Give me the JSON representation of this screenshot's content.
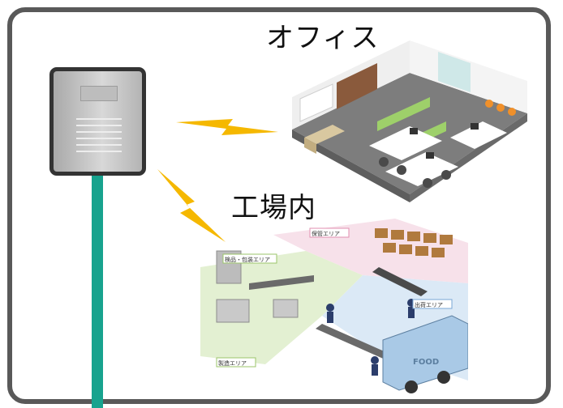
{
  "labels": {
    "office": "オフィス",
    "factory": "工場内"
  },
  "factory_zones": {
    "storage": "保管エリア",
    "inspection": "検品・包装エリア",
    "shipping": "出荷エリア",
    "manufacturing": "製造エリア"
  },
  "truck_text": "FOOD",
  "colors": {
    "frame": "#595959",
    "pole": "#17a38e",
    "signal": "#f5b800",
    "reader_border": "#333333"
  }
}
